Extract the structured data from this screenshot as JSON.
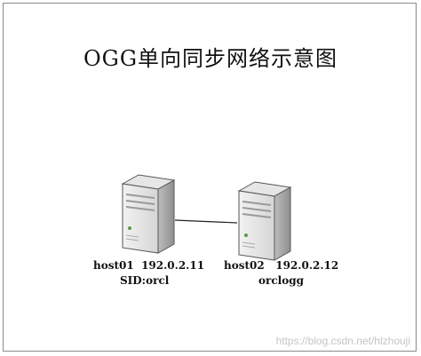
{
  "diagram": {
    "title": "OGG单向同步网络示意图",
    "source_host": {
      "name_line": "host01  192.0.2.11",
      "detail_line": "SID:orcl",
      "icon": "server-tower-icon"
    },
    "target_host": {
      "name_line": "host02   192.0.2.12",
      "detail_line": "orclogg",
      "icon": "server-tower-icon"
    },
    "watermark": "https://blog.csdn.net/hlzhouji"
  }
}
